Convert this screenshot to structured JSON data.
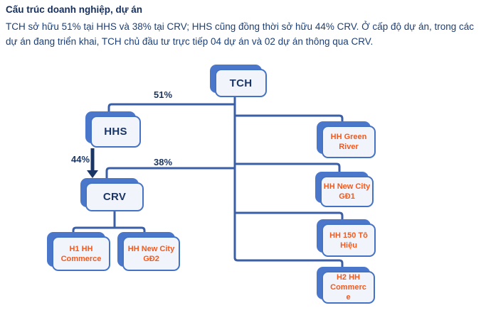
{
  "header": {
    "title": "Cấu trúc doanh nghiệp, dự án",
    "body": "TCH sở hữu 51% tại HHS và 38% tại CRV; HHS cũng đồng thời sở hữu 44% CRV. Ở cấp độ dự án, trong các dự án đang triển khai, TCH chủ đầu tư trực tiếp 04 dự án và 02 dự án thông qua CRV."
  },
  "diagram": {
    "type": "org-chart",
    "colors": {
      "navy_text": "#1b3565",
      "body_text": "#1d3f75",
      "connector_line": "#3a5fa6",
      "box_border": "#4472c4",
      "box_shadow": "#4b77ca",
      "box_fill": "#f1f4fb",
      "project_text_orange": "#f4591c",
      "arrow_navy": "#1b3565"
    },
    "nodes": {
      "tch": {
        "label": "TCH",
        "type": "company"
      },
      "hhs": {
        "label": "HHS",
        "type": "company"
      },
      "crv": {
        "label": "CRV",
        "type": "company"
      },
      "hh_green_river": {
        "label": "HH Green River",
        "type": "project"
      },
      "hh_new_city_gd1": {
        "label": "HH New City GĐ1",
        "type": "project"
      },
      "hh_150_to_hieu": {
        "label": "HH 150 Tô Hiệu",
        "type": "project"
      },
      "h2_hh_commerce": {
        "label": "H2 HH Commerce",
        "type": "project"
      },
      "h1_hh_commerce": {
        "label": "H1 HH Commerce",
        "type": "project"
      },
      "hh_new_city_gd2": {
        "label": "HH New City GĐ2",
        "type": "project"
      }
    },
    "edges": [
      {
        "from": "TCH",
        "to": "HHS",
        "label": "51%"
      },
      {
        "from": "TCH",
        "to": "CRV",
        "label": "38%"
      },
      {
        "from": "HHS",
        "to": "CRV",
        "label": "44%"
      },
      {
        "from": "TCH",
        "to": "HH Green River"
      },
      {
        "from": "TCH",
        "to": "HH New City GĐ1"
      },
      {
        "from": "TCH",
        "to": "HH 150 Tô Hiệu"
      },
      {
        "from": "TCH",
        "to": "H2 HH Commerce"
      },
      {
        "from": "CRV",
        "to": "H1 HH Commerce"
      },
      {
        "from": "CRV",
        "to": "HH New City GĐ2"
      }
    ]
  }
}
